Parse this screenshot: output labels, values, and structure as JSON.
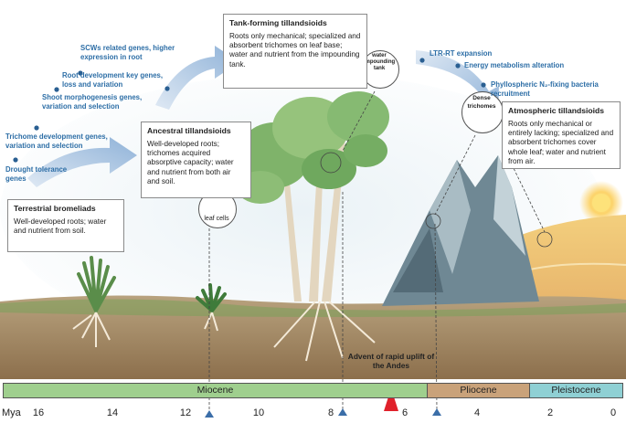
{
  "boxes": {
    "terrestrial": {
      "title": "Terrestrial bromeliads",
      "text": "Well-developed roots; water and nutrient from soil."
    },
    "ancestral": {
      "title": "Ancestral tillandsioids",
      "text": "Well-developed roots; trichomes acquired absorptive capacity; water and nutrient from both air and soil."
    },
    "tank": {
      "title": "Tank-forming tillandsioids",
      "text": "Roots only mechanical; specialized and absorbent trichomes on leaf base; water and nutrient from the impounding tank."
    },
    "atmospheric": {
      "title": "Atmospheric tillandsioids",
      "text": "Roots only mechanical or entirely lacking; specialized and absorbent trichomes cover whole leaf; water and nutrient from air."
    }
  },
  "genes_left": [
    "Drought tolerance genes",
    "Trichome development genes, variation and selection",
    "Shoot morphogenesis genes, variation and selection",
    "Root development key genes, loss and variation",
    "SCWs related genes, higher expression in root"
  ],
  "genes_right": [
    "LTR-RT expansion",
    "Energy metabolism alteration",
    "Phyllospheric N₂-fixing bacteria recruitment"
  ],
  "callouts": {
    "leaf_cells": "leaf cells",
    "trichomes": "trichomes",
    "water_tank": "water impounding tank",
    "dense_trichomes": "Dense trichomes"
  },
  "andes": "Advent of rapid uplift of the Andes",
  "timeline": {
    "unit": "Mya",
    "eras": [
      "Miocene",
      "Pliocene",
      "Pleistocene"
    ],
    "ticks": [
      "16",
      "14",
      "12",
      "10",
      "8",
      "6",
      "4",
      "2",
      "0"
    ]
  },
  "colors": {
    "miocene": "#9fcf8e",
    "pliocene": "#c9a27a",
    "pleistocene": "#8fd0d4",
    "gene_text": "#2d6ea6",
    "marker": "#3b6ea8",
    "andes_marker": "#e0212b"
  }
}
